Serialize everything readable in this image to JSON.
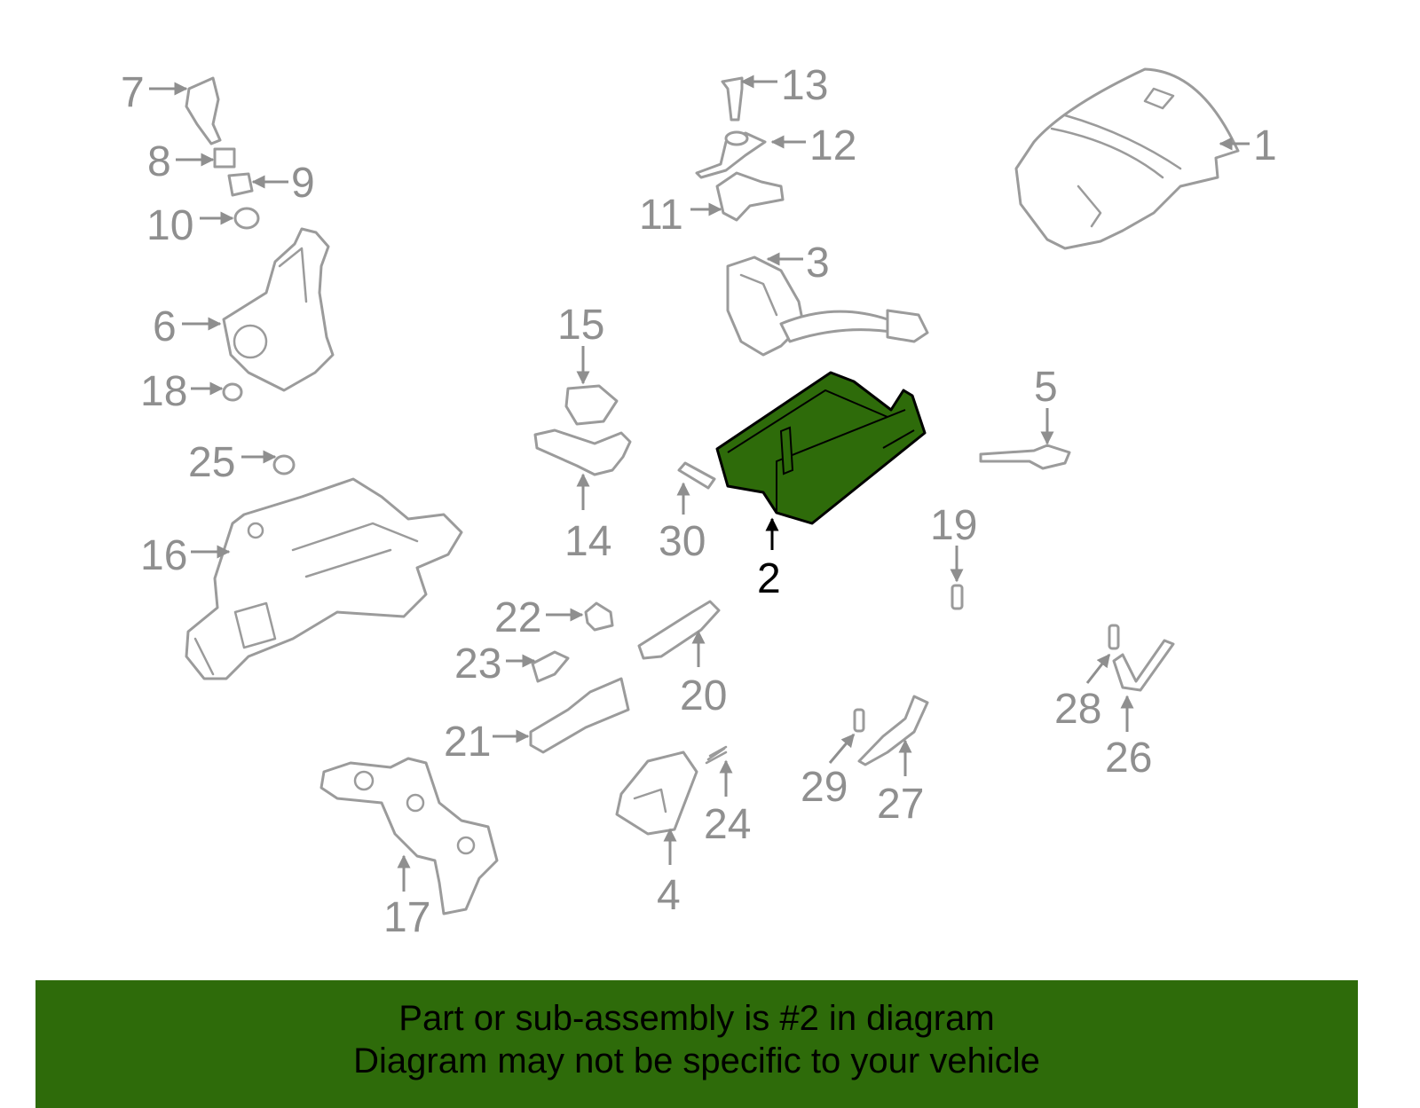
{
  "labels": [
    {
      "id": "1",
      "text": "1"
    },
    {
      "id": "2",
      "text": "2"
    },
    {
      "id": "3",
      "text": "3"
    },
    {
      "id": "4",
      "text": "4"
    },
    {
      "id": "5",
      "text": "5"
    },
    {
      "id": "6",
      "text": "6"
    },
    {
      "id": "7",
      "text": "7"
    },
    {
      "id": "8",
      "text": "8"
    },
    {
      "id": "9",
      "text": "9"
    },
    {
      "id": "10",
      "text": "10"
    },
    {
      "id": "11",
      "text": "11"
    },
    {
      "id": "12",
      "text": "12"
    },
    {
      "id": "13",
      "text": "13"
    },
    {
      "id": "14",
      "text": "14"
    },
    {
      "id": "15",
      "text": "15"
    },
    {
      "id": "16",
      "text": "16"
    },
    {
      "id": "17",
      "text": "17"
    },
    {
      "id": "18",
      "text": "18"
    },
    {
      "id": "19",
      "text": "19"
    },
    {
      "id": "20",
      "text": "20"
    },
    {
      "id": "21",
      "text": "21"
    },
    {
      "id": "22",
      "text": "22"
    },
    {
      "id": "23",
      "text": "23"
    },
    {
      "id": "24",
      "text": "24"
    },
    {
      "id": "25",
      "text": "25"
    },
    {
      "id": "26",
      "text": "26"
    },
    {
      "id": "27",
      "text": "27"
    },
    {
      "id": "28",
      "text": "28"
    },
    {
      "id": "29",
      "text": "29"
    },
    {
      "id": "30",
      "text": "30"
    }
  ],
  "highlighted_part": "2",
  "colors": {
    "highlight_fill": "#2e6b0a",
    "banner_background": "#2e6b0a",
    "line_gray": "#9b9b9b",
    "label_gray": "#8f8f8f"
  },
  "banner": {
    "line1": "Part or sub-assembly is #2 in diagram",
    "line2": "Diagram may not be specific to your vehicle"
  }
}
